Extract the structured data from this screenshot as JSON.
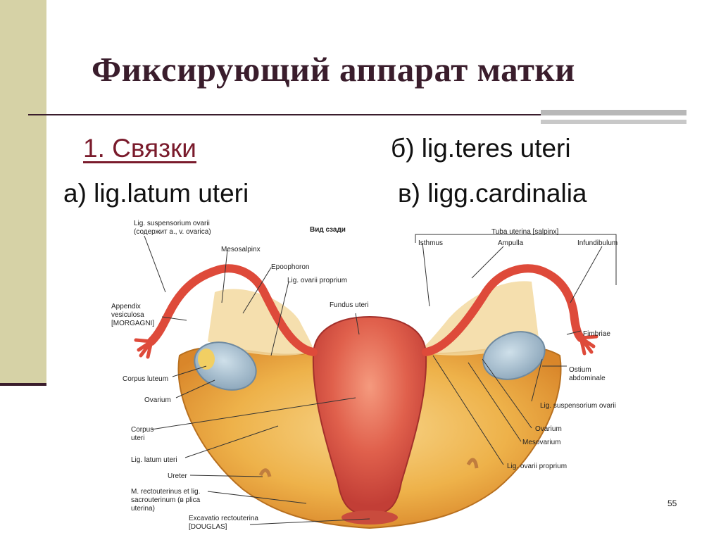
{
  "slide": {
    "title": "Фиксирующий аппарат матки",
    "section": "1. Связки",
    "item_a": "а) lig.latum uteri",
    "item_b": "б) lig.teres uteri",
    "item_v": "в) ligg.cardinalia",
    "page_number": "55"
  },
  "figure": {
    "view": "Вид сзади",
    "labels": {
      "lig_suspensorium_1": "Lig. suspensorium ovarii",
      "lig_suspensorium_2": "(содержит а., v. ovarica)",
      "mesosalpinx": "Mesosalpinx",
      "epoophoron": "Epoophoron",
      "lig_ovarii_proprium_top": "Lig. ovarii proprium",
      "appendix_1": "Appendix",
      "appendix_2": "vesiculosa",
      "appendix_3": "[MORGAGNI]",
      "fundus": "Fundus uteri",
      "corpus_luteum": "Corpus luteum",
      "ovarium_left": "Ovarium",
      "corpus_uteri_1": "Corpus",
      "corpus_uteri_2": "uteri",
      "lig_latum": "Lig. latum uteri",
      "ureter": "Ureter",
      "m_recto_1": "M. rectouterinus et lig.",
      "m_recto_2": "sacrouterinum (в plica",
      "m_recto_3": "uterina)",
      "excavatio_1": "Excavatio rectouterina",
      "excavatio_2": "[DOUGLAS]",
      "tuba": "Tuba uterina [salpinx]",
      "isthmus": "Isthmus",
      "ampulla": "Ampulla",
      "infundibulum": "Infundibulum",
      "fimbriae": "Fimbriae",
      "ostium_1": "Ostium",
      "ostium_2": "abdominale",
      "lig_susp_right": "Lig. suspensorium ovarii",
      "ovarium_right": "Ovarium",
      "mesovarium": "Mesovarium",
      "lig_ovarii_proprium_bottom": "Lig. ovarii proprium"
    }
  }
}
